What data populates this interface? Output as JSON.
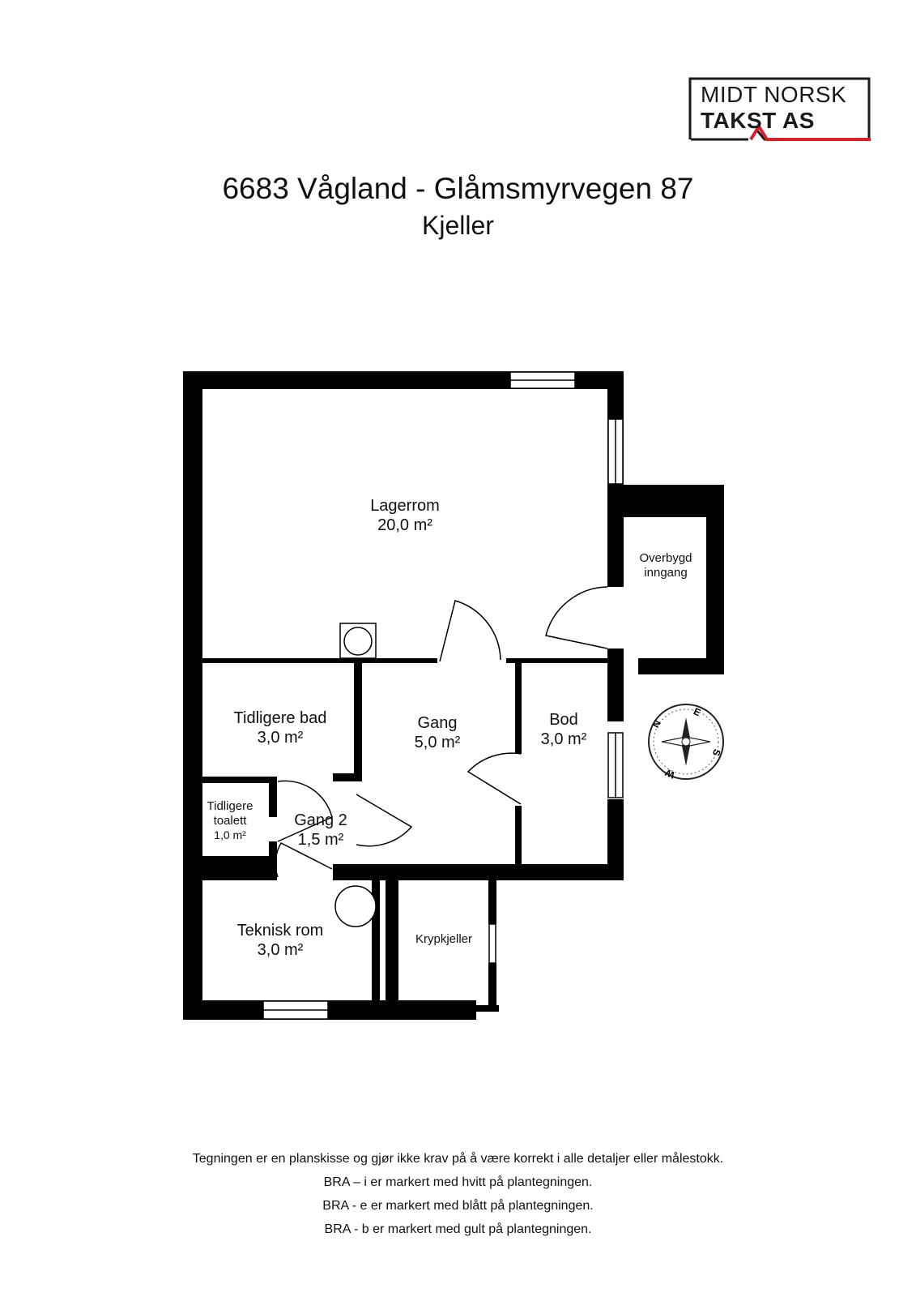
{
  "logo": {
    "line1": "MIDT NORSK",
    "line2": "TAKST AS",
    "accent_color": "#d6202a"
  },
  "header": {
    "title": "6683 Vågland - Glåmsmyrvegen 87",
    "floor": "Kjeller"
  },
  "rooms": [
    {
      "name": "Lagerrom",
      "area": "20,0 m²"
    },
    {
      "name": "Overbygd",
      "area": "inngang"
    },
    {
      "name": "Tidligere bad",
      "area": "3,0 m²"
    },
    {
      "name": "Gang",
      "area": "5,0 m²"
    },
    {
      "name": "Bod",
      "area": "3,0 m²"
    },
    {
      "name": "Tidligere",
      "area": "toalett",
      "extra": "1,0 m²"
    },
    {
      "name": "Gang 2",
      "area": "1,5 m²"
    },
    {
      "name": "Teknisk rom",
      "area": "3,0 m²"
    },
    {
      "name": "Krypkjeller"
    }
  ],
  "compass": {
    "letters": [
      "N",
      "E",
      "S",
      "W"
    ]
  },
  "disclaimer": [
    "Tegningen er en planskisse og gjør ikke krav på å være korrekt i alle detaljer eller målestokk.",
    "BRA – i er markert med hvitt på plantegningen.",
    "BRA - e er markert med blått på plantegningen.",
    "BRA - b er markert med gult på plantegningen."
  ]
}
